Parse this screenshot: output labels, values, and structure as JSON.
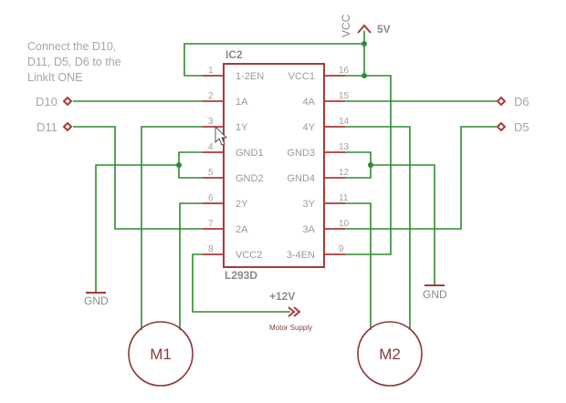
{
  "note": {
    "lines": [
      "Connect the D10,",
      "D11, D5, D6 to the",
      "LinkIt ONE"
    ]
  },
  "ic": {
    "refdes": "IC2",
    "part": "L293D",
    "left_pins": [
      {
        "num": "1",
        "name": "1-2EN"
      },
      {
        "num": "2",
        "name": "1A"
      },
      {
        "num": "3",
        "name": "1Y"
      },
      {
        "num": "4",
        "name": "GND1"
      },
      {
        "num": "5",
        "name": "GND2"
      },
      {
        "num": "6",
        "name": "2Y"
      },
      {
        "num": "7",
        "name": "2A"
      },
      {
        "num": "8",
        "name": "VCC2"
      }
    ],
    "right_pins": [
      {
        "num": "16",
        "name": "VCC1"
      },
      {
        "num": "15",
        "name": "4A"
      },
      {
        "num": "14",
        "name": "4Y"
      },
      {
        "num": "13",
        "name": "GND3"
      },
      {
        "num": "12",
        "name": "GND4"
      },
      {
        "num": "11",
        "name": "3Y"
      },
      {
        "num": "10",
        "name": "3A"
      },
      {
        "num": "9",
        "name": "3-4EN"
      }
    ]
  },
  "ports": {
    "d10": "D10",
    "d11": "D11",
    "d6": "D6",
    "d5": "D5"
  },
  "power": {
    "vcc_label": "VCC",
    "vcc_value": "5V",
    "motor_supply_value": "+12V",
    "motor_supply_label": "Motor Supply",
    "gnd_left": "GND",
    "gnd_right": "GND"
  },
  "motors": {
    "m1": "M1",
    "m2": "M2"
  },
  "colors": {
    "wire": "#2e8b2e",
    "component": "#a83a3a",
    "text": "#9a9a9a"
  }
}
